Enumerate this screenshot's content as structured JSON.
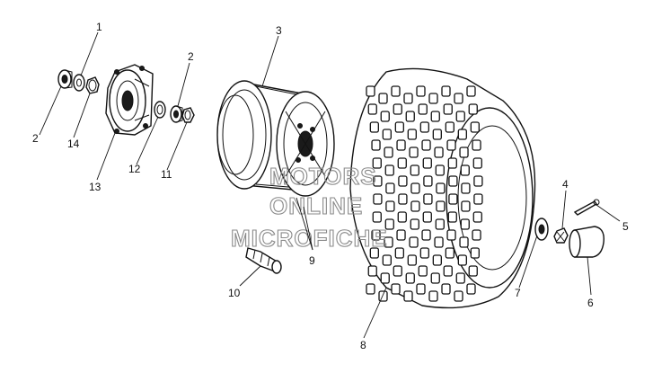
{
  "callouts": {
    "c1": "1",
    "c2a": "2",
    "c2b": "2",
    "c3": "3",
    "c4": "4",
    "c5": "5",
    "c6": "6",
    "c7": "7",
    "c8": "8",
    "c9": "9",
    "c10": "10",
    "c11": "11",
    "c12": "12",
    "c13": "13",
    "c14": "14"
  },
  "watermark": {
    "line1": "MOTORS",
    "line2": "ONLINE",
    "line3": "MICROFICHE"
  },
  "colors": {
    "ink": "#111111",
    "paper": "#ffffff",
    "watermark": "#8a8a8a"
  }
}
